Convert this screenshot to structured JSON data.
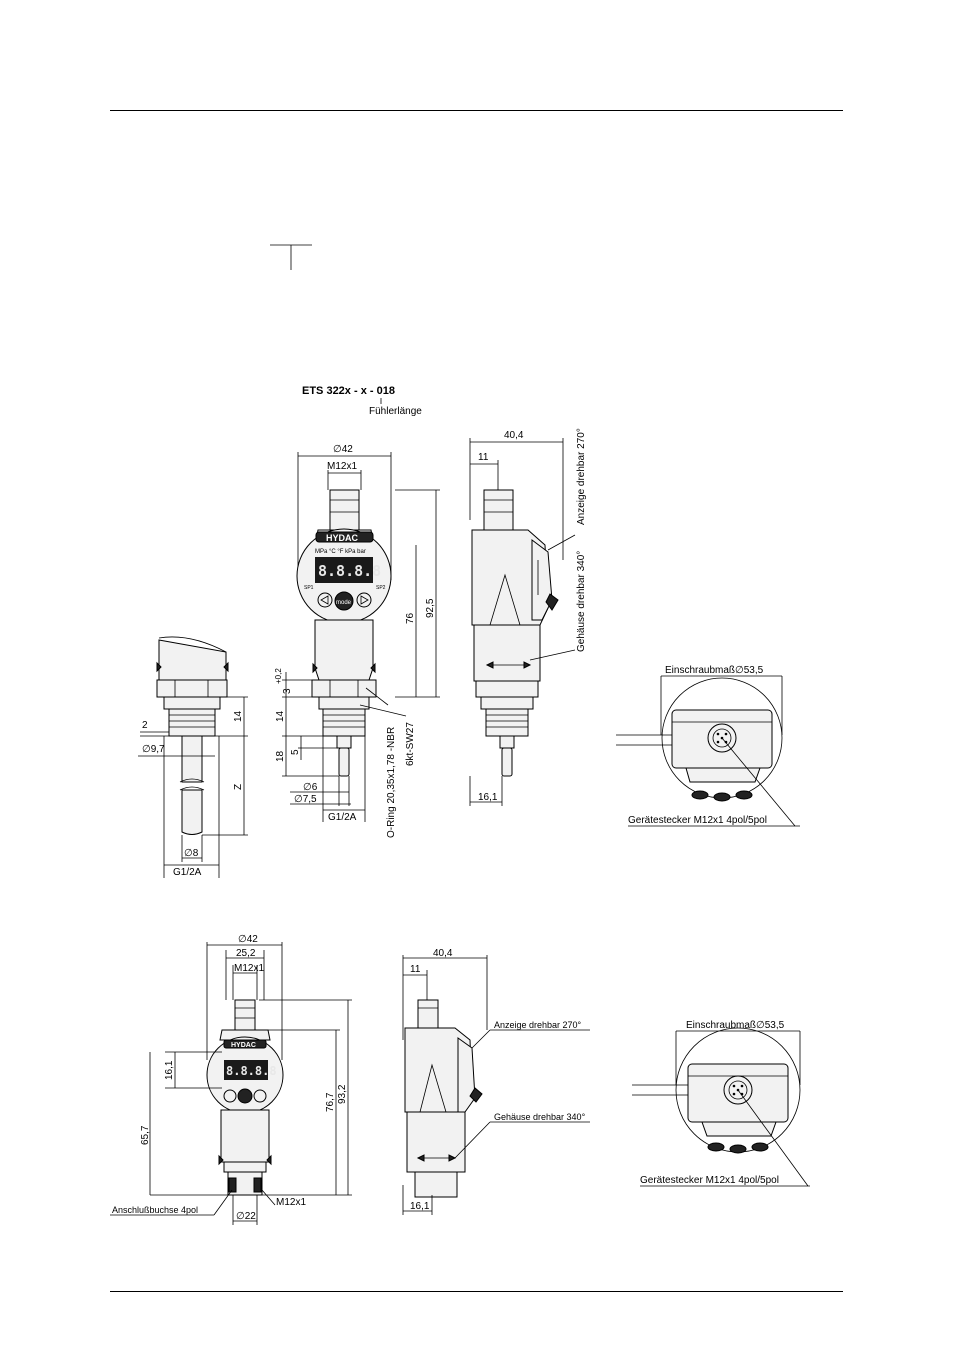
{
  "title": "ETS 322x - x - 018",
  "probe_label": "Fühlerlänge",
  "logo": "HYDAC",
  "display_value": "8.8.8.8",
  "display_units": "MPa °C °F kPa bar",
  "button_mode": "mode",
  "setpoints": {
    "sp1": "SP1",
    "sp2": "SP2"
  },
  "upper": {
    "front": {
      "dia_42": "∅42",
      "m12x1": "M12x1",
      "h_76": "76",
      "h_92_5": "92,5",
      "tol_02": "+0,2",
      "h_3": "3",
      "h_14": "14",
      "h_18": "18",
      "h_5": "5",
      "dia_6": "∅6",
      "dia_7_5": "∅7,5",
      "thread": "G1/2A",
      "oring": "O-Ring 20,35x1,78 -NBR",
      "hex": "6kt-SW27"
    },
    "probe": {
      "h_2": "2",
      "h_14": "14",
      "dia_9_7": "∅9,7",
      "z": "Z",
      "dia_8": "∅8",
      "thread": "G1/2A"
    },
    "side": {
      "w_40_4": "40,4",
      "w_11": "11",
      "w_16_1": "16,1",
      "rot_display": "Anzeige drehbar 270°",
      "rot_housing": "Gehäuse drehbar 340°"
    },
    "top": {
      "screw_dim": "Einschraubmaß∅53,5",
      "connector": "Gerätestecker M12x1  4pol/5pol"
    }
  },
  "lower": {
    "front": {
      "dia_42": "∅42",
      "w_25_2": "25,2",
      "m12x1": "M12x1",
      "h_16_1": "16,1",
      "h_65_7": "65,7",
      "h_76_7": "76,7",
      "h_93_2": "93,2",
      "m12x1_bottom": "M12x1",
      "dia_22": "∅22",
      "socket": "Anschlußbuchse 4pol"
    },
    "side": {
      "w_40_4": "40,4",
      "w_11": "11",
      "w_16_1": "16,1",
      "rot_display": "Anzeige drehbar 270°",
      "rot_housing": "Gehäuse drehbar 340°"
    },
    "top": {
      "screw_dim": "Einschraubmaß∅53,5",
      "connector": "Gerätestecker M12x1  4pol/5pol"
    }
  }
}
